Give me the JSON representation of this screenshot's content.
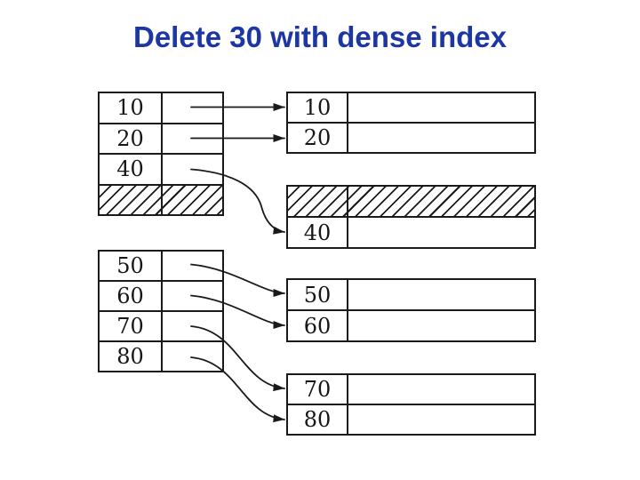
{
  "title": "Delete 30 with dense index",
  "colors": {
    "title": "#1c36a4",
    "line": "#1a1a1a",
    "background": "#ffffff"
  },
  "index_blocks": [
    {
      "name": "index-block-1",
      "rows": [
        {
          "key": "10",
          "hatched": false
        },
        {
          "key": "20",
          "hatched": false
        },
        {
          "key": "40",
          "hatched": false
        },
        {
          "key": "",
          "hatched": true
        }
      ]
    },
    {
      "name": "index-block-2",
      "rows": [
        {
          "key": "50",
          "hatched": false
        },
        {
          "key": "60",
          "hatched": false
        },
        {
          "key": "70",
          "hatched": false
        },
        {
          "key": "80",
          "hatched": false
        }
      ]
    }
  ],
  "data_blocks": [
    {
      "name": "data-block-1",
      "rows": [
        {
          "key": "10",
          "hatched": false
        },
        {
          "key": "20",
          "hatched": false
        }
      ]
    },
    {
      "name": "data-block-2",
      "rows": [
        {
          "key": "",
          "hatched": true
        },
        {
          "key": "40",
          "hatched": false
        }
      ]
    },
    {
      "name": "data-block-3",
      "rows": [
        {
          "key": "50",
          "hatched": false
        },
        {
          "key": "60",
          "hatched": false
        }
      ]
    },
    {
      "name": "data-block-4",
      "rows": [
        {
          "key": "70",
          "hatched": false
        },
        {
          "key": "80",
          "hatched": false
        }
      ]
    }
  ],
  "arrows": [
    {
      "from": "index-entry-10",
      "to": "data-record-10"
    },
    {
      "from": "index-entry-20",
      "to": "data-record-20"
    },
    {
      "from": "index-entry-40",
      "to": "data-record-40"
    },
    {
      "from": "index-entry-50",
      "to": "data-record-50"
    },
    {
      "from": "index-entry-60",
      "to": "data-record-60"
    },
    {
      "from": "index-entry-70",
      "to": "data-record-70"
    },
    {
      "from": "index-entry-80",
      "to": "data-record-80"
    }
  ]
}
